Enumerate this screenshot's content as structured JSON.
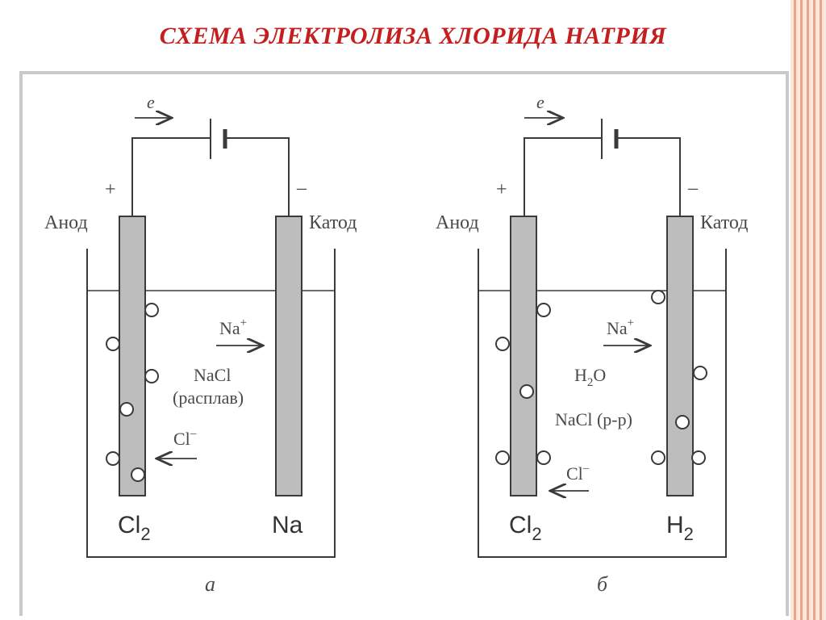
{
  "title": "СХЕМА ЭЛЕКТРОЛИЗА ХЛОРИДА НАТРИЯ",
  "colors": {
    "title": "#c41e1e",
    "electrode_fill": "#bdbdbd",
    "stroke": "#3a3a3a",
    "frame": "#c9c9c9",
    "stripes": "#e9a58a"
  },
  "diagram_a": {
    "electron_label": "e",
    "anode_sign": "+",
    "cathode_sign": "–",
    "anode_label": "Анод",
    "cathode_label": "Катод",
    "cation": "Na",
    "cation_charge": "+",
    "solution_line1": "NaCl",
    "solution_line2": "(расплав)",
    "anion": "Cl",
    "anion_charge": "–",
    "anode_product": "Cl",
    "anode_product_sub": "2",
    "cathode_product": "Na",
    "caption": "а"
  },
  "diagram_b": {
    "electron_label": "e",
    "anode_sign": "+",
    "cathode_sign": "–",
    "anode_label": "Анод",
    "cathode_label": "Катод",
    "cation": "Na",
    "cation_charge": "+",
    "solution_line1_main": "H",
    "solution_line1_sub": "2",
    "solution_line1_tail": "O",
    "solution_line2": "NaCl (р-р)",
    "anion": "Cl",
    "anion_charge": "–",
    "anode_product": "Cl",
    "anode_product_sub": "2",
    "cathode_product": "H",
    "cathode_product_sub": "2",
    "caption": "б"
  }
}
